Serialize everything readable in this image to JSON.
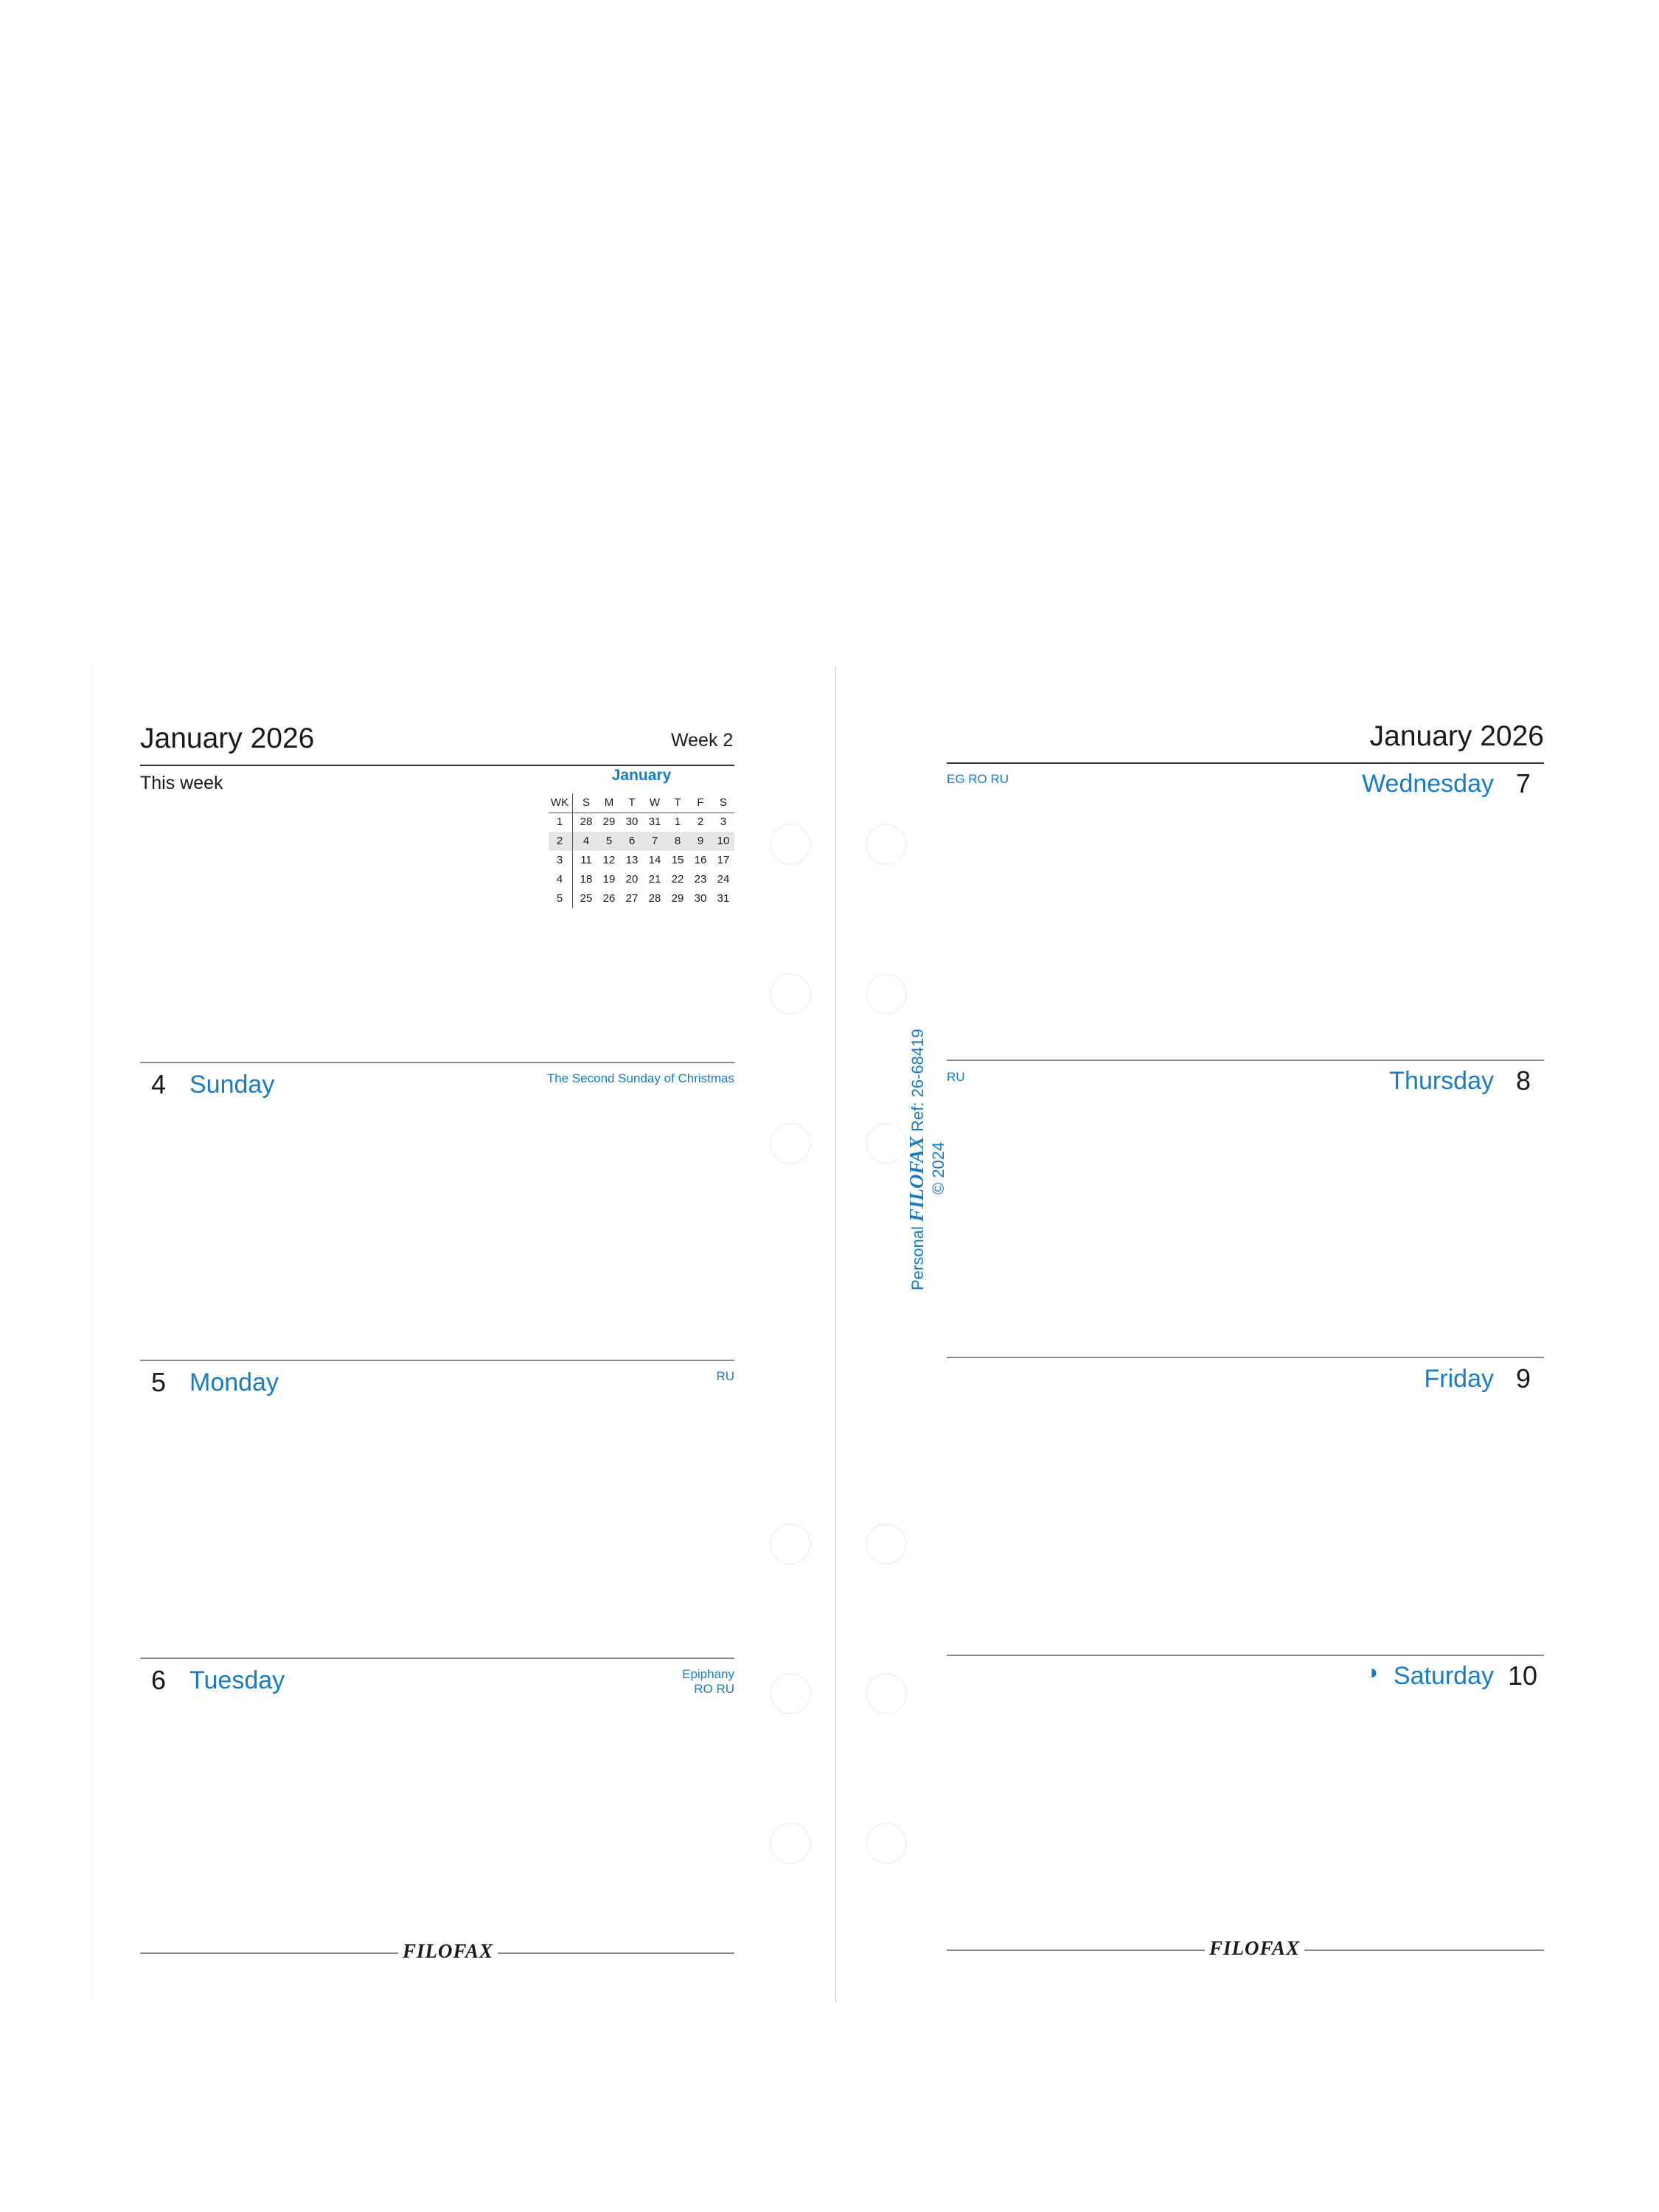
{
  "left_page": {
    "month_title": "January 2026",
    "week_label": "Week 2",
    "this_week": "This week",
    "mini_calendar": {
      "title": "January",
      "headers": [
        "WK",
        "S",
        "M",
        "T",
        "W",
        "T",
        "F",
        "S"
      ],
      "rows": [
        [
          "1",
          "28",
          "29",
          "30",
          "31",
          "1",
          "2",
          "3"
        ],
        [
          "2",
          "4",
          "5",
          "6",
          "7",
          "8",
          "9",
          "10"
        ],
        [
          "3",
          "11",
          "12",
          "13",
          "14",
          "15",
          "16",
          "17"
        ],
        [
          "4",
          "18",
          "19",
          "20",
          "21",
          "22",
          "23",
          "24"
        ],
        [
          "5",
          "25",
          "26",
          "27",
          "28",
          "29",
          "30",
          "31"
        ]
      ],
      "highlighted_week": "2"
    },
    "days": [
      {
        "num": "4",
        "name": "Sunday",
        "note": "The Second Sunday of Christmas"
      },
      {
        "num": "5",
        "name": "Monday",
        "note": "RU"
      },
      {
        "num": "6",
        "name": "Tuesday",
        "note_line1": "Epiphany",
        "note_line2": "RO  RU"
      }
    ],
    "footer_logo": "FILOFAX"
  },
  "right_page": {
    "month_title": "January 2026",
    "days": [
      {
        "num": "7",
        "name": "Wednesday",
        "note": "EG  RO  RU"
      },
      {
        "num": "8",
        "name": "Thursday",
        "note": "RU"
      },
      {
        "num": "9",
        "name": "Friday",
        "note": ""
      },
      {
        "num": "10",
        "name": "Saturday",
        "moon": "◑"
      }
    ],
    "footer_logo": "FILOFAX"
  },
  "spine": {
    "size_label": "Personal",
    "brand": "FILOFAX",
    "ref": "Ref: 26-68419",
    "copyright": "© 2024"
  },
  "colors": {
    "accent": "#1a7bbf",
    "text": "#1a1a1a"
  }
}
